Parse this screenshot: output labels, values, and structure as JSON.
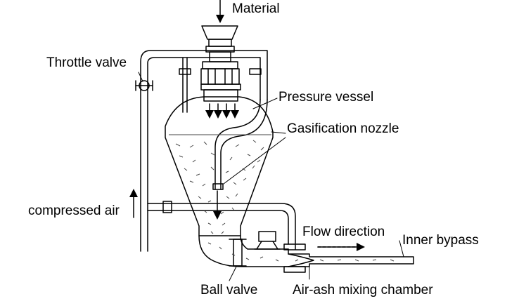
{
  "labels": {
    "material": "Material",
    "throttle_valve": "Throttle valve",
    "pressure_vessel": "Pressure vessel",
    "gasification_nozzle": "Gasification nozzle",
    "compressed_air": "compressed air",
    "flow_direction": "Flow direction",
    "inner_bypass": "Inner bypass",
    "ball_valve": "Ball valve",
    "air_ash_mixing_chamber": "Air-ash mixing chamber"
  }
}
